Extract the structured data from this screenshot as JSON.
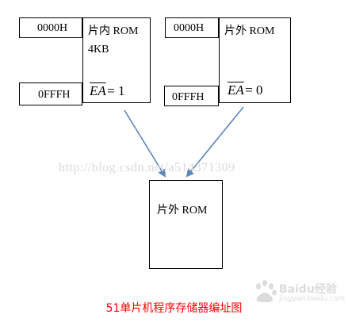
{
  "left_block": {
    "start_addr": "0000H",
    "end_addr": "0FFFH",
    "title": "片内 ROM",
    "size": "4KB",
    "ea_label": "EA",
    "ea_value": "= 1"
  },
  "right_block": {
    "start_addr": "0000H",
    "end_addr": "0FFFH",
    "title": "片外 ROM",
    "ea_label": "EA",
    "ea_value": "= 0"
  },
  "bottom_block": {
    "title": "片外 ROM"
  },
  "watermark": "http://blog.csdn.net/a514371309",
  "caption": "51单片机程序存储器编址图",
  "logo_text": "Baidu经验",
  "logo_subtext": "jingyan.baidu.com",
  "colors": {
    "arrow": "#5b86b8",
    "caption": "#ff0000"
  }
}
